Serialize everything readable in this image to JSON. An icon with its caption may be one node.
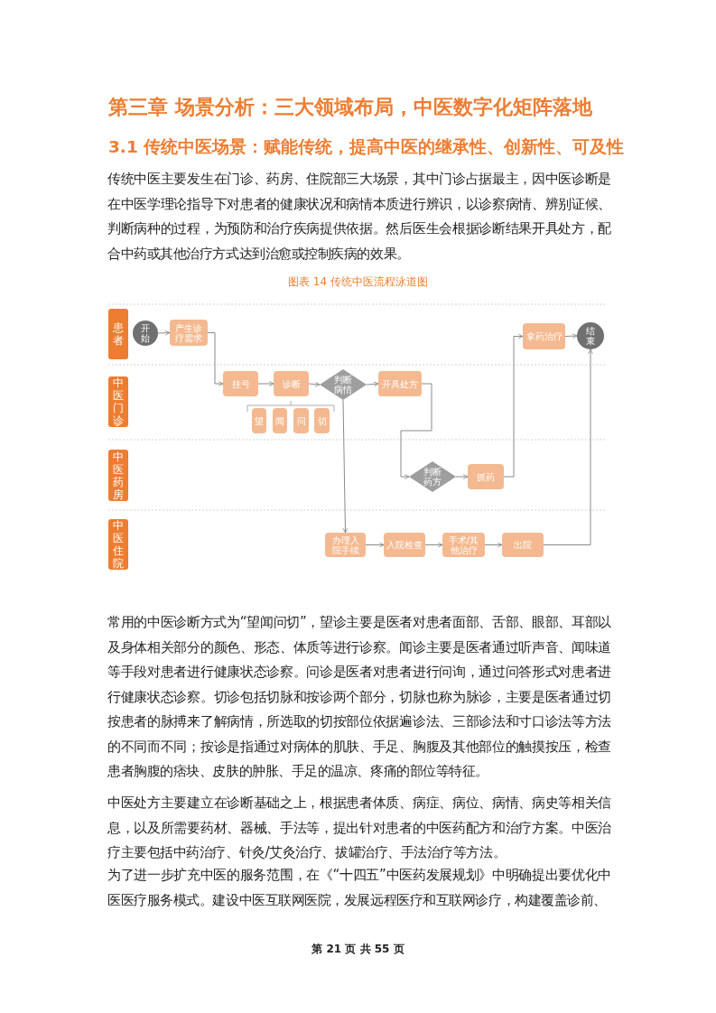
{
  "diagram": {
    "title": "图表 14 传统中医流程泳道图",
    "nodes": [
      {
        "text": [
          "患者"
        ]
      },
      {
        "text": [
          "中医门诊"
        ]
      },
      {
        "text": [
          "中医药房"
        ]
      },
      {
        "text": [
          "中医住院"
        ]
      },
      {
        "text": [
          "开始"
        ]
      },
      {
        "text": [
          "产生诊疗需求"
        ]
      },
      {
        "text": [
          "挂号"
        ]
      },
      {
        "text": [
          "诊断"
        ]
      },
      {
        "text": [
          "望"
        ]
      },
      {
        "text": [
          "闻"
        ]
      },
      {
        "text": [
          "问"
        ]
      },
      {
        "text": [
          "切"
        ]
      },
      {
        "text": [
          "判断病情"
        ]
      },
      {
        "text": [
          "开具处方"
        ]
      },
      {
        "text": [
          "判断药方"
        ]
      },
      {
        "text": [
          "抓药"
        ]
      },
      {
        "text": [
          "拿药治疗"
        ]
      },
      {
        "text": [
          "结束"
        ]
      },
      {
        "text": [
          "办理入院手续"
        ]
      },
      {
        "text": [
          "入院检查"
        ]
      },
      {
        "text": [
          "手术/其他治疗"
        ]
      },
      {
        "text": [
          "出院"
        ]
      }
    ],
    "edges": [
      {
        "from": 4,
        "to": 5,
        "arrow": "to"
      },
      {
        "from": 5,
        "to": 6,
        "arrow": "to"
      },
      {
        "from": 6,
        "to": 7,
        "arrow": "to"
      },
      {
        "from": 7,
        "to": 12,
        "arrow": "to"
      },
      {
        "from": 12,
        "to": 13,
        "arrow": "to"
      },
      {
        "from": 13,
        "to": 14,
        "arrow": "to"
      },
      {
        "from": 14,
        "to": 15,
        "arrow": "to"
      },
      {
        "from": 15,
        "to": 16,
        "arrow": "to"
      },
      {
        "from": 16,
        "to": 17,
        "arrow": "to"
      },
      {
        "from": 12,
        "to": 18,
        "arrow": "to"
      },
      {
        "from": 18,
        "to": 19,
        "arrow": "to"
      },
      {
        "from": 19,
        "to": 20,
        "arrow": "to"
      },
      {
        "from": 20,
        "to": 21,
        "arrow": "to"
      },
      {
        "from": 21,
        "to": 17,
        "arrow": "to"
      }
    ],
    "labels": [
      "第三章 场景分析：三大领域布局，中医数字化矩阵落地",
      "3.1 传统中医场景：赋能传统，提高中医的继承性、创新性、可及性",
      "传统中医主要发生在门诊、药房、住院部三大场景，其中门诊占据最主，因中医诊断是在中医学理论指导下对患者的健康状况和病情本质进行辨识，以诊察病情、辨别证候、判断病种的过程，为预防和治疗疾病提供依据。然后医生会根据诊断结果开具处方，配合中药或其他治疗方式达到治愈或控制疾病的效果。",
      "常用的中医诊断方式为“望闻问切”，望诊主要是医者对患者面部、舌部、眼部、耳部以及身体相关部分的颜色、形态、体质等进行诊察。闻诊主要是医者通过听声音、闻味道等手段对患者进行健康状态诊察。问诊是医者对患者进行问询，通过问答形式对患者进行健康状态诊察。切诊包括切脉和按诊两个部分，切脉也称为脉诊，主要是医者通过切按患者的脉搏来了解病情，所选取的切按部位依据遍诊法、三部诊法和寸口诊法等方法的不同而不同；按诊是指通过对病体的肌肤、手足、胸腹及其他部位的触摸按压，检查患者胸腹的痞块、皮肤的肿胀、手足的温凉、疼痛的部位等特征。",
      "中医处方主要建立在诊断基础之上，根据患者体质、病症、病位、病情、病史等相关信息，以及所需要药材、器械、手法等，提出针对患者的中医药配方和治疗方案。中医治疗主要包括中药治疗、针灸/艾灸治疗、拔罐治疗、手法治疗等方法。",
      "为了进一步扩充中医的服务范围，在《“十四五”中医药发展规划》中明确提出要优化中医医疗服务模式。建设中医互联网医院，发展远程医疗和互联网诊疗，构建覆盖诊前、",
      "第 21 页 共 55 页"
    ]
  }
}
